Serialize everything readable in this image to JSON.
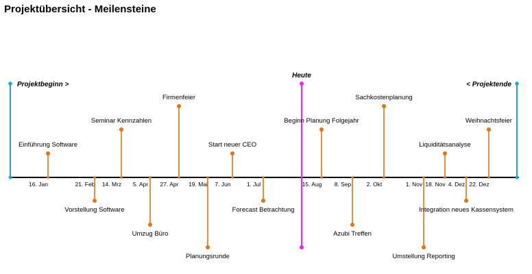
{
  "title": "Projektübersicht - Meilensteine",
  "chart_data": {
    "type": "timeline",
    "title": "Projektübersicht - Meilensteine",
    "colors": {
      "axis": "#000000",
      "milestone": "#e8720c",
      "today": "#ff19ff",
      "boundary": "#1fa2dc"
    },
    "boundaries": [
      {
        "label": "Projektbeginn >"
      },
      {
        "label": "< Projektende"
      }
    ],
    "today": {
      "label": "Heute"
    },
    "ticks": [
      "16. Jan",
      "21. Feb",
      "14. Mrz",
      "5. Apr",
      "27. Apr",
      "19. Mai",
      "7. Jun",
      "1. Jul",
      "15. Aug",
      "8. Sep",
      "2. Okt",
      "1. Nov",
      "18. Nov",
      "4. Dez",
      "22. Dez"
    ],
    "milestones": [
      {
        "label": "Einführung Software",
        "tick": 0,
        "level": 1
      },
      {
        "label": "Vorstellung Software",
        "tick": 1,
        "level": -1
      },
      {
        "label": "Seminar Kennzahlen",
        "tick": 2,
        "level": 2
      },
      {
        "label": "Umzug Büro",
        "tick": 3,
        "level": -2
      },
      {
        "label": "Firmenfeier",
        "tick": 4,
        "level": 3
      },
      {
        "label": "Planungsrunde",
        "tick": 5,
        "level": -3
      },
      {
        "label": "Start neuer CEO",
        "tick": 6,
        "level": 1
      },
      {
        "label": "Forecast Betrachtung",
        "tick": 7,
        "level": -1
      },
      {
        "label": "Beginn Planung Folgejahr",
        "tick": 8,
        "level": 2
      },
      {
        "label": "Azubi Treffen",
        "tick": 9,
        "level": -2
      },
      {
        "label": "Sachkostenplanung",
        "tick": 10,
        "level": 3
      },
      {
        "label": "Umstellung Reporting",
        "tick": 11,
        "level": -3
      },
      {
        "label": "Liquiditätsanalyse",
        "tick": 12,
        "level": 1
      },
      {
        "label": "Integration neues Kassensystem",
        "tick": 13,
        "level": -1
      },
      {
        "label": "Weihnachtsfeier",
        "tick": 14,
        "level": 2
      }
    ]
  }
}
